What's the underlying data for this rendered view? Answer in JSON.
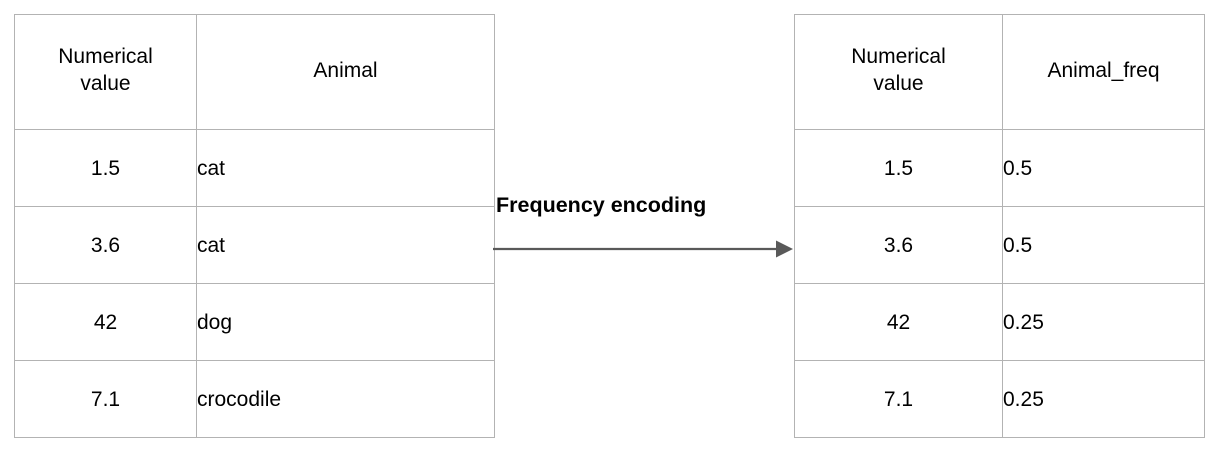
{
  "diagram": {
    "title": "Frequency encoding",
    "arrow": {
      "label": "Frequency encoding",
      "direction": "left-to-right",
      "line_color": "#595959",
      "head_color": "#595959"
    },
    "colors": {
      "border": "#b3b3b3",
      "text": "#000000",
      "background": "#ffffff",
      "arrow": "#595959"
    }
  },
  "source_table": {
    "name": "input-table",
    "headers": {
      "col1_line1": "Numerical",
      "col1_line2": "value",
      "col2": "Animal"
    },
    "rows": [
      {
        "numerical_value": "1.5",
        "animal": "cat"
      },
      {
        "numerical_value": "3.6",
        "animal": "cat"
      },
      {
        "numerical_value": "42",
        "animal": "dog"
      },
      {
        "numerical_value": "7.1",
        "animal": "crocodile"
      }
    ]
  },
  "result_table": {
    "name": "output-table",
    "headers": {
      "col1_line1": "Numerical",
      "col1_line2": "value",
      "col2": "Animal_freq"
    },
    "rows": [
      {
        "numerical_value": "1.5",
        "animal_freq": "0.5"
      },
      {
        "numerical_value": "3.6",
        "animal_freq": "0.5"
      },
      {
        "numerical_value": "42",
        "animal_freq": "0.25"
      },
      {
        "numerical_value": "7.1",
        "animal_freq": "0.25"
      }
    ]
  }
}
